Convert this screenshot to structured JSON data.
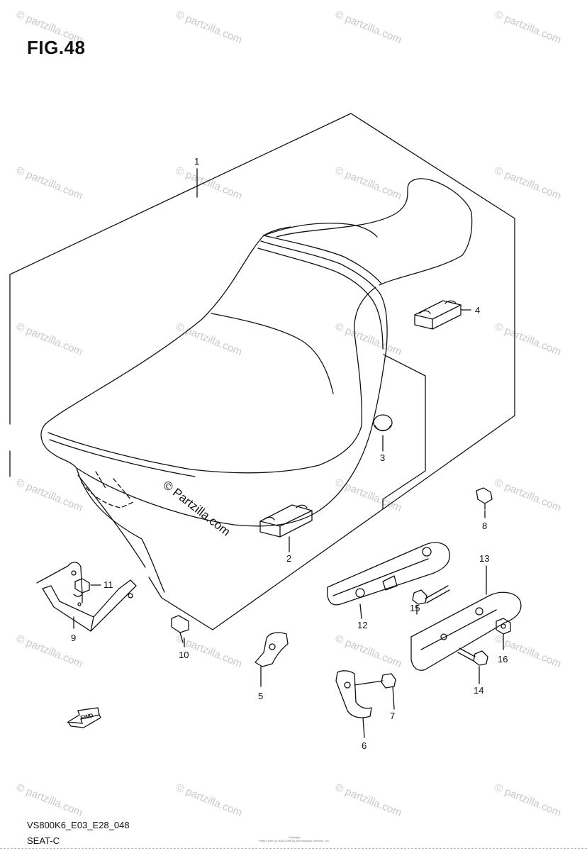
{
  "figure": {
    "title": "FIG.48",
    "code": "VS800K6_E03_E28_048",
    "name": "SEAT-C",
    "fwd_label": "FWD"
  },
  "watermark": {
    "text": "© partzilla.com",
    "center_text": "© Partzilla.com"
  },
  "copyright": {
    "line1": "Copyright",
    "line2": "Parts Fiche (c) 2004-2006 by ARI Network Services, Inc."
  },
  "callouts": {
    "c1": "1",
    "c2": "2",
    "c3": "3",
    "c4": "4",
    "c5": "5",
    "c6": "6",
    "c7": "7",
    "c8": "8",
    "c9": "9",
    "c10": "10",
    "c11": "11",
    "c12": "12",
    "c13": "13",
    "c14": "14",
    "c15": "15",
    "c16": "16"
  }
}
